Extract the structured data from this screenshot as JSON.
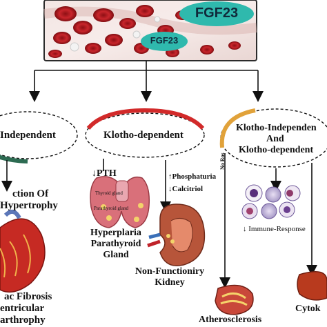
{
  "banner": {
    "label_main": "FGF23",
    "label_small": "FGF23",
    "badge_color": "#2fb9ad",
    "blood_color": "#c0232a"
  },
  "branches": {
    "left": {
      "title": "Independent",
      "arc_color": "#2d6b52",
      "effect_line1": "ction Of",
      "effect_line2": "Hypertrophy",
      "outcome_line1": "ac Fibrosis",
      "outcome_line2": "entricular",
      "outcome_line3": "arthrophy"
    },
    "middle": {
      "title": "Klotho-dependent",
      "arc_color": "#d22a2a",
      "pth_label": "↓PTH",
      "phosphaturia_label": "↑Phosphaturia",
      "calcitriol_label": "↓Calcitriol",
      "thyroid_label": "Thyroid gland",
      "parathyroid_label": "Parathyroid gland",
      "gland_line1": "Hyperplaria",
      "gland_line2": "Parathyroid",
      "gland_line3": "Gland",
      "kidney_line1": "Non-Functioniry",
      "kidney_line2": "Kidney"
    },
    "right": {
      "title_line1": "Klotho-Independen",
      "title_line2": "And",
      "title_line3": "Klotho-dependent",
      "arc_color": "#e1a23a",
      "no_ros_label": "No Ros",
      "immune_label": "↓ Immune-Response",
      "athero_label": "Atherosclerosis",
      "cytokine_label": "Cytok"
    }
  }
}
